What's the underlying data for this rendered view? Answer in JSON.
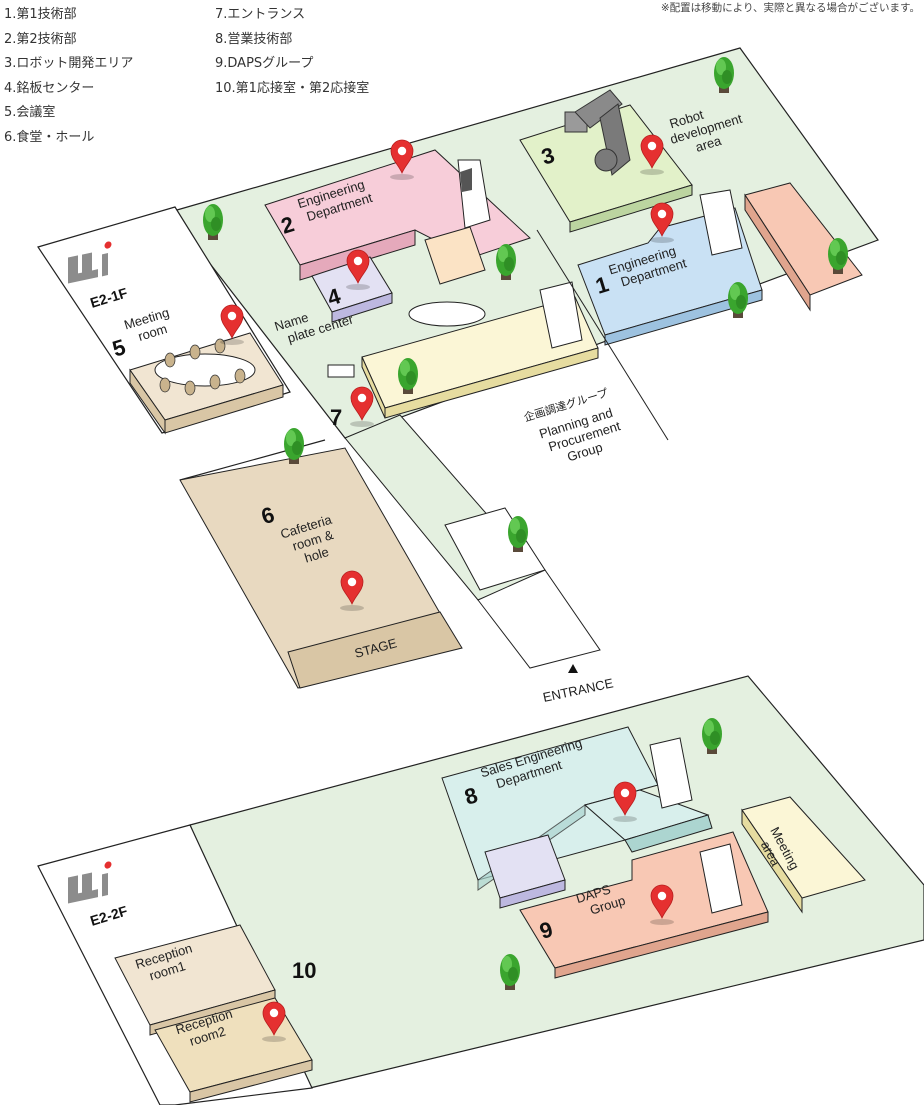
{
  "legend": {
    "col1": [
      "1.第1技術部",
      "2.第2技術部",
      "3.ロボット開発エリア",
      "4.銘板センター",
      "5.会議室",
      "6.食堂・ホール"
    ],
    "col2": [
      "7.エントランス",
      "8.営業技術部",
      "9.DAPSグループ",
      "10.第1応接室・第2応接室"
    ]
  },
  "note": "※配置は移動により、実際と異なる場合がございます。",
  "floors": {
    "f1": "E2-1F",
    "f2": "E2-2F"
  },
  "rooms": {
    "r1": {
      "num": "1",
      "line1": "Engineering",
      "line2": "Department"
    },
    "r2": {
      "num": "2",
      "line1": "Engineering",
      "line2": "Department"
    },
    "r3": {
      "num": "3",
      "line1": "Robot",
      "line2": "development",
      "line3": "area"
    },
    "r4": {
      "num": "4",
      "line1": "Name",
      "line2": "plate center"
    },
    "r5": {
      "num": "5",
      "line1": "Meeting",
      "line2": "room"
    },
    "r6": {
      "num": "6",
      "line1": "Cafeteria",
      "line2": "room &",
      "line3": "hole"
    },
    "r7": {
      "num": "7"
    },
    "r8": {
      "num": "8",
      "line1": "Sales Engineering",
      "line2": "Department"
    },
    "r9": {
      "num": "9",
      "line1": "DAPS",
      "line2": "Group"
    },
    "r10": {
      "num": "10"
    },
    "planning": {
      "jp": "企画調達グループ",
      "line1": "Planning and",
      "line2": "Procurement",
      "line3": "Group"
    },
    "stage": "STAGE",
    "entrance": "ENTRANCE",
    "meeting_area": {
      "line1": "Meeting",
      "line2": "area"
    },
    "reception1": {
      "line1": "Reception",
      "line2": "room1"
    },
    "reception2": {
      "line1": "Reception",
      "line2": "room2"
    }
  },
  "colors": {
    "floor_green": "#e4f0e0",
    "pink": "#f7cdd9",
    "blue": "#c9e1f4",
    "lightgreen": "#e2f1c9",
    "salmon": "#f8c8b4",
    "lavender": "#e3e1f3",
    "beige": "#f1e5d2",
    "tan": "#e8d9c0",
    "cream": "#fbf6d6",
    "mint": "#d8efec",
    "pin": "#e53030"
  }
}
